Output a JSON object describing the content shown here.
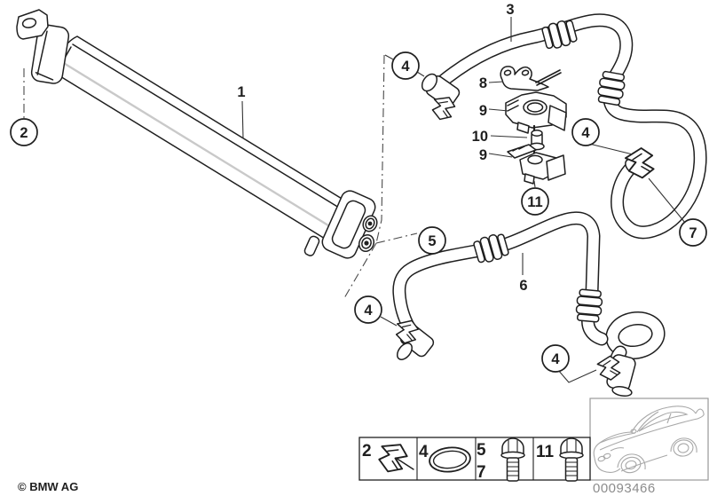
{
  "meta": {
    "copyright": "© BMW AG",
    "diagram_number": "00093466",
    "colors": {
      "line": "#1f1f1f",
      "muted_line": "#a8a8a8",
      "doc_number_gray": "#8c8c8c",
      "background": "#ffffff"
    }
  },
  "callouts": {
    "c1": {
      "label": "1",
      "style": "plain"
    },
    "c2": {
      "label": "2",
      "style": "circled"
    },
    "c3": {
      "label": "3",
      "style": "plain"
    },
    "c4a": {
      "label": "4",
      "style": "circled"
    },
    "c4b": {
      "label": "4",
      "style": "circled"
    },
    "c4c": {
      "label": "4",
      "style": "circled"
    },
    "c4d": {
      "label": "4",
      "style": "circled"
    },
    "c5": {
      "label": "5",
      "style": "circled"
    },
    "c6": {
      "label": "6",
      "style": "plain"
    },
    "c7": {
      "label": "7",
      "style": "circled"
    },
    "c8": {
      "label": "8",
      "style": "plain"
    },
    "c9a": {
      "label": "9",
      "style": "plain"
    },
    "c9b": {
      "label": "9",
      "style": "plain"
    },
    "c10": {
      "label": "10",
      "style": "plain"
    },
    "c11": {
      "label": "11",
      "style": "circled"
    }
  },
  "legend": {
    "cells": [
      {
        "labels": [
          "2"
        ],
        "icon": "retaining-clip-icon"
      },
      {
        "labels": [
          "4"
        ],
        "icon": "o-ring-icon"
      },
      {
        "labels": [
          "5",
          "7"
        ],
        "icon": "hex-bolt-icon"
      },
      {
        "labels": [
          "11"
        ],
        "icon": "hex-bolt-icon"
      }
    ]
  }
}
